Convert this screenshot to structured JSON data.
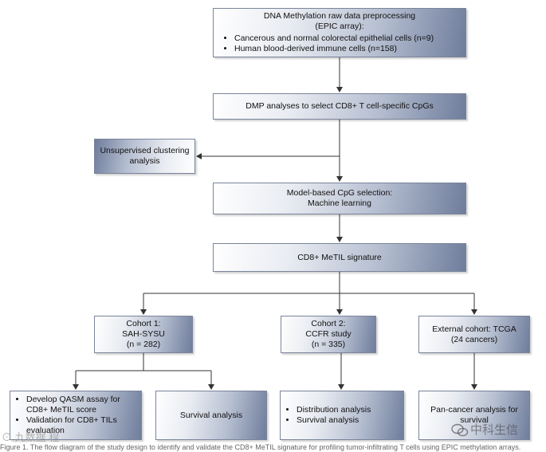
{
  "nodes": {
    "preprocessing": {
      "title": "DNA Methylation raw data preprocessing",
      "subtitle": "(EPIC array):",
      "items": [
        "Cancerous and normal colorectal epithelial cells (n=9)",
        "Human blood-derived immune cells (n=158)"
      ]
    },
    "dmp": {
      "title": "DMP analyses to select CD8+ T cell-specific CpGs"
    },
    "clustering": {
      "line1": "Unsupervised clustering",
      "line2": "analysis"
    },
    "model": {
      "line1": "Model-based CpG selection:",
      "line2": "Machine learning"
    },
    "signature": {
      "title": "CD8+ MeTIL signature"
    },
    "cohort1": {
      "line1": "Cohort 1:",
      "line2": "SAH-SYSU",
      "line3": "(n = 282)"
    },
    "cohort2": {
      "line1": "Cohort 2:",
      "line2": "CCFR study",
      "line3": "(n = 335)"
    },
    "cohort3": {
      "line1": "External cohort: TCGA",
      "line2": "(24 cancers)"
    },
    "qasm": {
      "items": [
        "Develop QASM assay for CD8+ MeTIL score",
        "Validation for CD8+ TILs evaluation"
      ]
    },
    "survival1": {
      "title": "Survival analysis"
    },
    "distribution": {
      "items": [
        "Distribution analysis",
        "Survival analysis"
      ]
    },
    "pancancer": {
      "line1": "Pan-cancer analysis for",
      "line2": "survival"
    }
  },
  "caption": "Figure 1. The flow diagram of the study design to identify and validate the CD8+ MeTIL signature for profiling tumor-infiltrating T cells using EPIC methylation arrays.",
  "watermarks": {
    "left": "九数据 程",
    "right": "中科生信"
  },
  "colors": {
    "node_dark": "#6f7d9c",
    "node_light": "#ffffff",
    "border": "#7a849a",
    "arrow": "#333333"
  }
}
